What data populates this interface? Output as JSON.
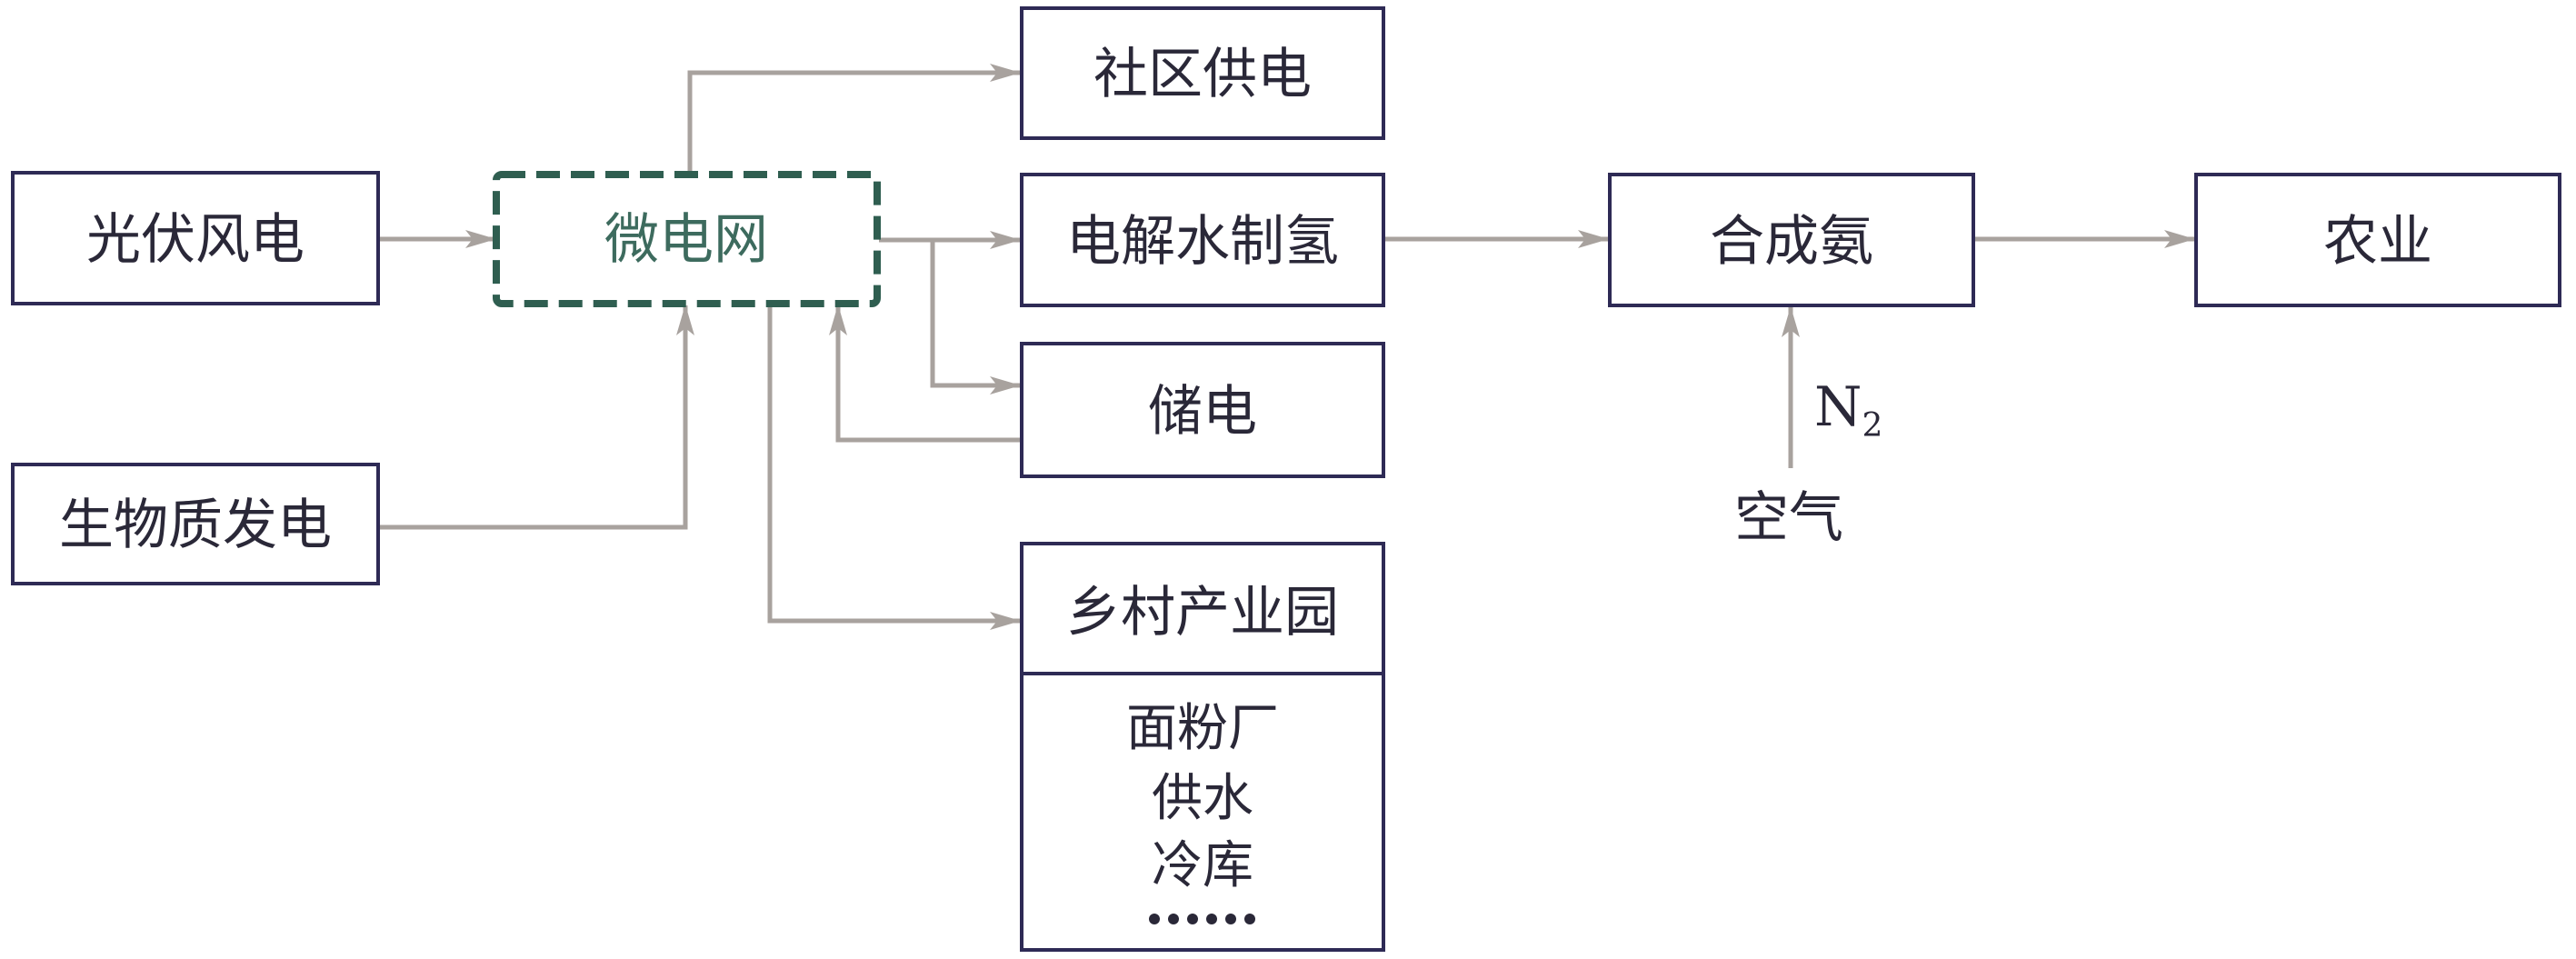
{
  "colors": {
    "box_stroke": "#2e2a55",
    "microgrid_stroke": "#2f5e50",
    "microgrid_text": "#3d6b5e",
    "arrow": "#a8a29e",
    "text": "#2a2838"
  },
  "nodes": {
    "pv_wind": "光伏风电",
    "biomass": "生物质发电",
    "microgrid": "微电网",
    "community_supply": "社区供电",
    "electrolysis": "电解水制氢",
    "storage": "储电",
    "industrial_park": "乡村产业园",
    "park_items": [
      "面粉厂",
      "供水",
      "冷库",
      "······"
    ],
    "ammonia": "合成氨",
    "agriculture": "农业"
  },
  "labels": {
    "n2_base": "N",
    "n2_sub": "2",
    "air": "空气"
  },
  "edges": [
    {
      "from": "光伏风电",
      "to": "微电网"
    },
    {
      "from": "生物质发电",
      "to": "微电网"
    },
    {
      "from": "微电网",
      "to": "社区供电"
    },
    {
      "from": "微电网",
      "to": "电解水制氢"
    },
    {
      "from": "微电网",
      "to": "储电"
    },
    {
      "from": "储电",
      "to": "微电网"
    },
    {
      "from": "微电网",
      "to": "乡村产业园"
    },
    {
      "from": "电解水制氢",
      "to": "合成氨"
    },
    {
      "from": "空气",
      "to": "合成氨",
      "label": "N2"
    },
    {
      "from": "合成氨",
      "to": "农业"
    }
  ]
}
